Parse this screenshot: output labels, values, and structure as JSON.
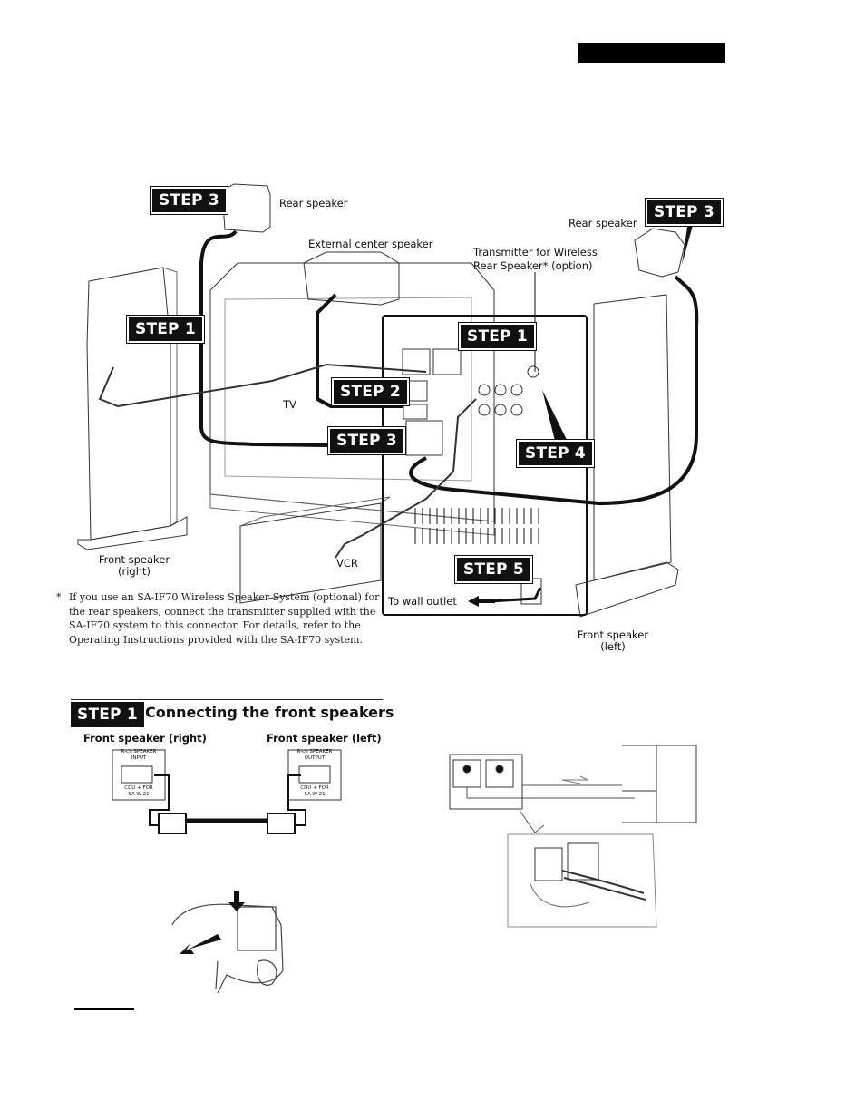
{
  "colors": {
    "ink": "#111111",
    "badge_background": "#111111",
    "badge_text": "#ffffff",
    "page": "#ffffff"
  },
  "header": {
    "black_tab": ""
  },
  "diagram": {
    "steps": {
      "rear_left": "STEP 3",
      "rear_right": "STEP 3",
      "front_right": "STEP 1",
      "unit_front": "STEP 1",
      "center": "STEP 2",
      "unit_rear": "STEP 3",
      "video": "STEP 4",
      "power": "STEP 5"
    },
    "labels": {
      "rear_speaker_left": "Rear speaker",
      "rear_speaker_right": "Rear speaker",
      "external_center_speaker": "External center speaker",
      "transmitter_line1": "Transmitter for Wireless",
      "transmitter_line2": "Rear Speaker* (option)",
      "tv": "TV",
      "vcr": "VCR",
      "front_speaker_right_line1": "Front speaker",
      "front_speaker_right_line2": "(right)",
      "front_speaker_left_line1": "Front speaker",
      "front_speaker_left_line2": "(left)",
      "wall_outlet": "To wall outlet"
    }
  },
  "footnote": {
    "marker": "*",
    "text": "If you use an SA-IF70 Wireless Speaker System (optional) for the rear speakers, connect the transmitter supplied with the SA-IF70 system to this connector. For details, refer to the Operating Instructions provided with the SA-IF70 system."
  },
  "section": {
    "badge": "STEP 1",
    "heading": "Connecting the front speakers",
    "front_right_caption": "Front speaker (right)",
    "front_left_caption": "Front speaker (left)",
    "panel_right_line1": "R-ch SPEAKER",
    "panel_right_line2": "INPUT",
    "panel_right_line3": "CDU + FOR",
    "panel_right_line4": "SA-W-21",
    "panel_left_line1": "R-ch SPEAKER",
    "panel_left_line2": "OUTPUT",
    "panel_left_line3": "CDU + FOR",
    "panel_left_line4": "SA-W-21"
  }
}
